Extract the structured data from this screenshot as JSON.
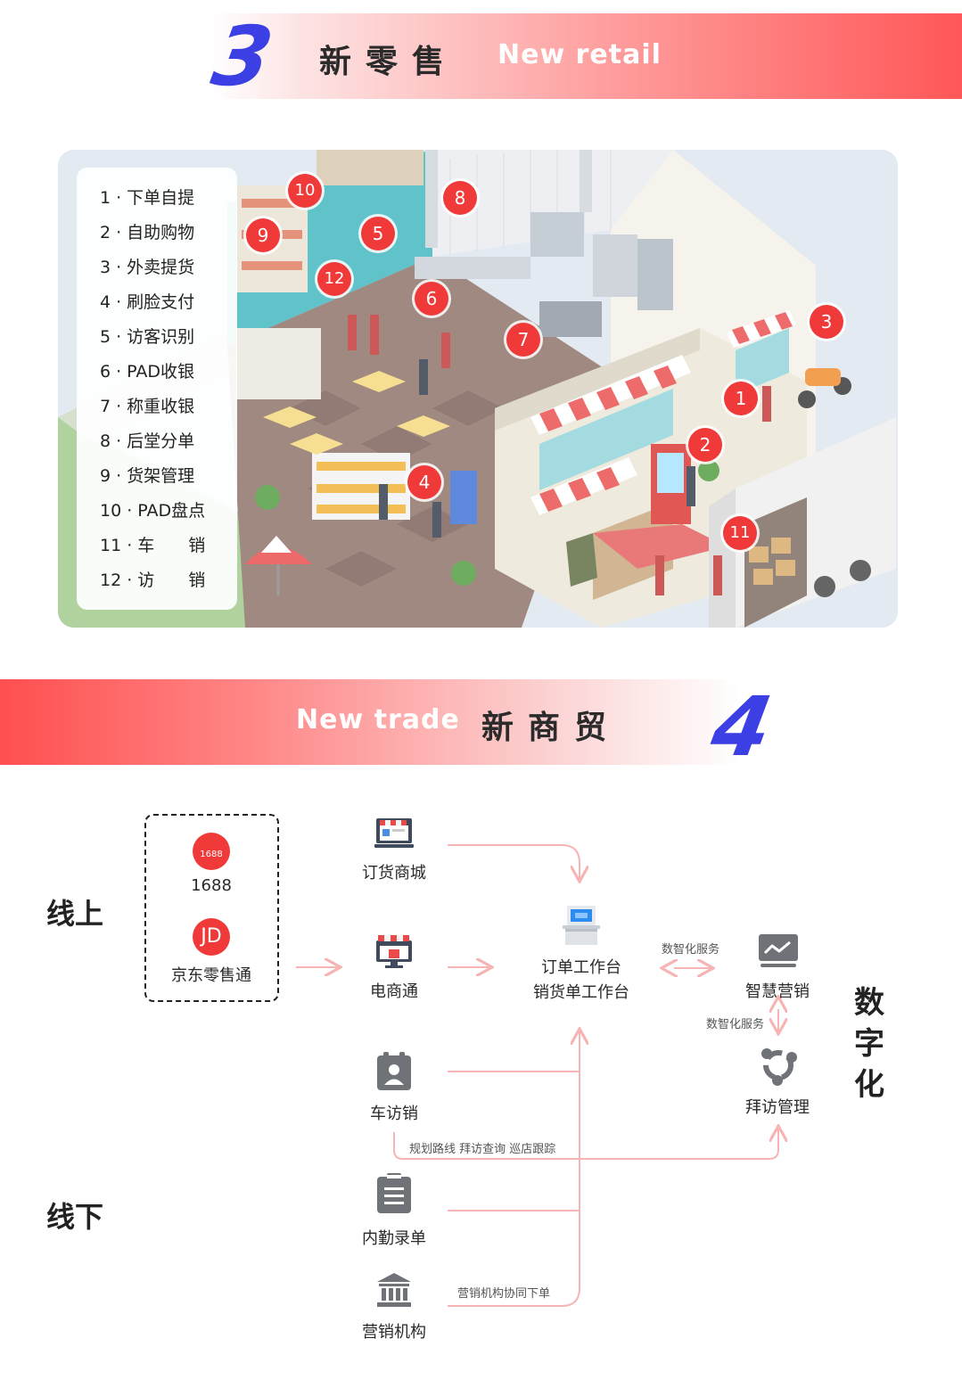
{
  "section3": {
    "number": "3",
    "title_cn": "新零售",
    "title_en": "New retail"
  },
  "legend": [
    {
      "num": "1",
      "text": "下单自提"
    },
    {
      "num": "2",
      "text": "自助购物"
    },
    {
      "num": "3",
      "text": "外卖提货"
    },
    {
      "num": "4",
      "text": "刷脸支付"
    },
    {
      "num": "5",
      "text": "访客识别"
    },
    {
      "num": "6",
      "text": "PAD收银"
    },
    {
      "num": "7",
      "text": "称重收银"
    },
    {
      "num": "8",
      "text": "后堂分单"
    },
    {
      "num": "9",
      "text": "货架管理"
    },
    {
      "num": "10",
      "text": "PAD盘点"
    },
    {
      "num": "11",
      "text": "车　　销"
    },
    {
      "num": "12",
      "text": "访　　销"
    }
  ],
  "legend_separator": "·",
  "markers": [
    "1",
    "2",
    "3",
    "4",
    "5",
    "6",
    "7",
    "8",
    "9",
    "10",
    "11",
    "12"
  ],
  "section4": {
    "number": "4",
    "title_cn": "新商贸",
    "title_en": "New trade"
  },
  "flow": {
    "online_label": "线上",
    "offline_label": "线下",
    "digital_label": [
      "数",
      "字",
      "化"
    ],
    "platform_1688": "1688",
    "platform_1688_logo": "1688",
    "platform_jd": "京东零售通",
    "platform_jd_logo": "JD",
    "order_mall": "订货商城",
    "ecommerce": "电商通",
    "workbench_line1": "订单工作台",
    "workbench_line2": "销货单工作台",
    "smart_marketing": "智慧营销",
    "visit_management": "拜访管理",
    "car_visit_sales": "车访销",
    "internal_order": "内勤录单",
    "marketing_org": "营销机构",
    "digital_service_1": "数智化服务",
    "digital_service_2": "数智化服务",
    "route_note": "规划路线 拜访查询 巡店跟踪",
    "org_note": "营销机构协同下单"
  },
  "colors": {
    "accent_red": "#f03a3a",
    "accent_blue": "#3b3fe4",
    "arrow_pink": "#f7b4b4",
    "icon_gray": "#6f7378"
  }
}
